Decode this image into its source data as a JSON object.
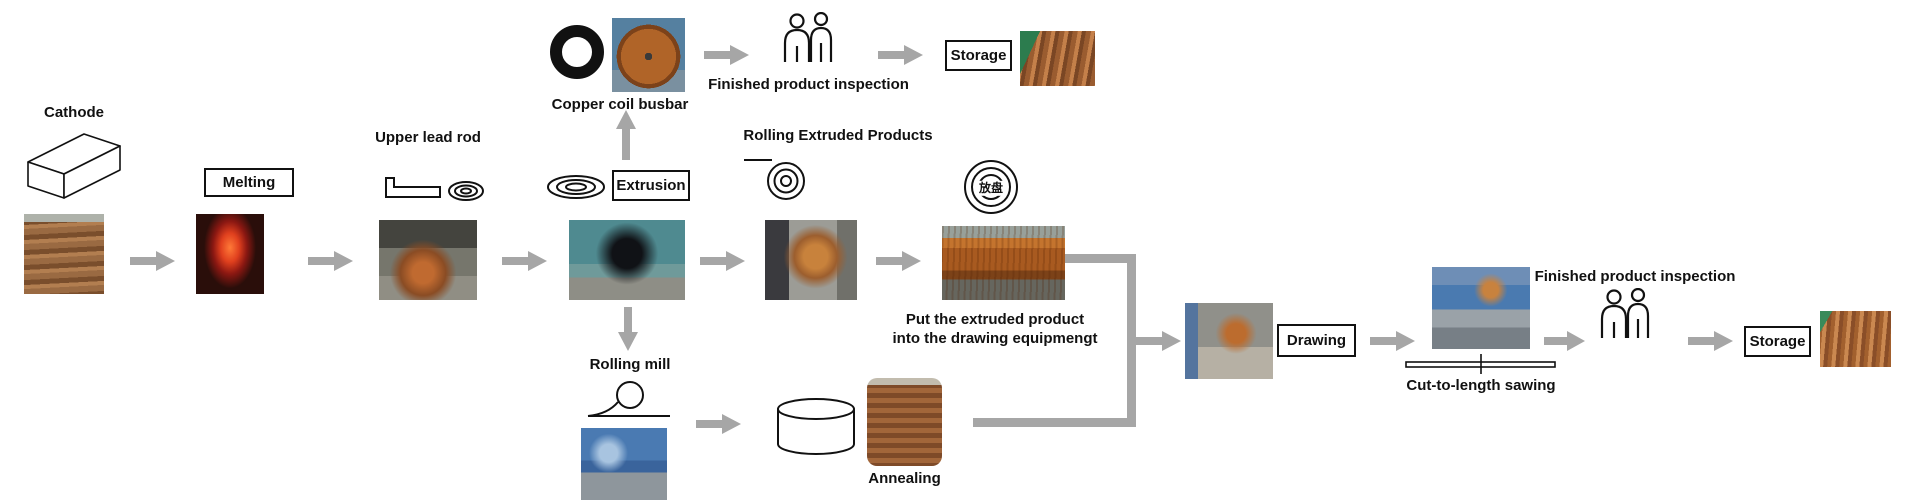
{
  "labels": {
    "cathode": "Cathode",
    "melting": "Melting",
    "upper_lead_rod": "Upper lead rod",
    "extrusion": "Extrusion",
    "copper_coil_busbar": "Copper coil busbar",
    "finished_product_inspection_top": "Finished product inspection",
    "storage_top": "Storage",
    "rolling_extruded_products": "Rolling Extruded Products",
    "put_extruded_line1": "Put the extruded product",
    "put_extruded_line2": "into the drawing equipmengt",
    "rolling_mill": "Rolling mill",
    "annealing": "Annealing",
    "drawing": "Drawing",
    "cut_to_length_sawing": "Cut-to-length sawing",
    "finished_product_inspection_right": "Finished product inspection",
    "storage_right": "Storage",
    "reel_coil_text": "放盘"
  },
  "icons": {
    "flow-arrow-icon": "thick gray block arrow",
    "cathode-slab-icon": "3D outlined copper cathode slab",
    "lead-rod-coil-icon": "rod with coiled end drawing",
    "extrusion-coil-icon": "flat nested-ellipse coil",
    "busbar-ring-icon": "thick black ring",
    "inspection-people-icon": "two outlined inspectors",
    "rolling-coil-icon": "spiral coil with lead-in line",
    "reel-coil-icon": "concentric circle reel",
    "rolling-mill-icon": "roller circle over line",
    "annealing-cylinder-icon": "outlined cylinder",
    "cut-saw-icon": "bar with vertical saw line"
  },
  "colors": {
    "arrow": "#a6a6a6",
    "line": "#111111",
    "background": "#ffffff"
  }
}
